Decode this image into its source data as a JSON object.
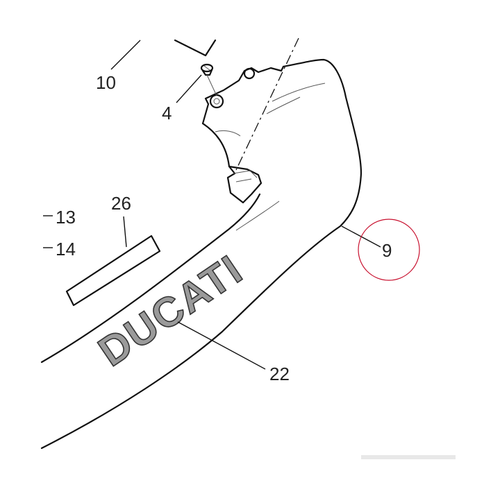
{
  "callouts": {
    "c10": "10",
    "c4": "4",
    "c26": "26",
    "c13": "13",
    "c14": "14",
    "c9": "9",
    "c22": "22"
  },
  "logo_text": "DUCATI",
  "highlight_color": "#c8102e"
}
